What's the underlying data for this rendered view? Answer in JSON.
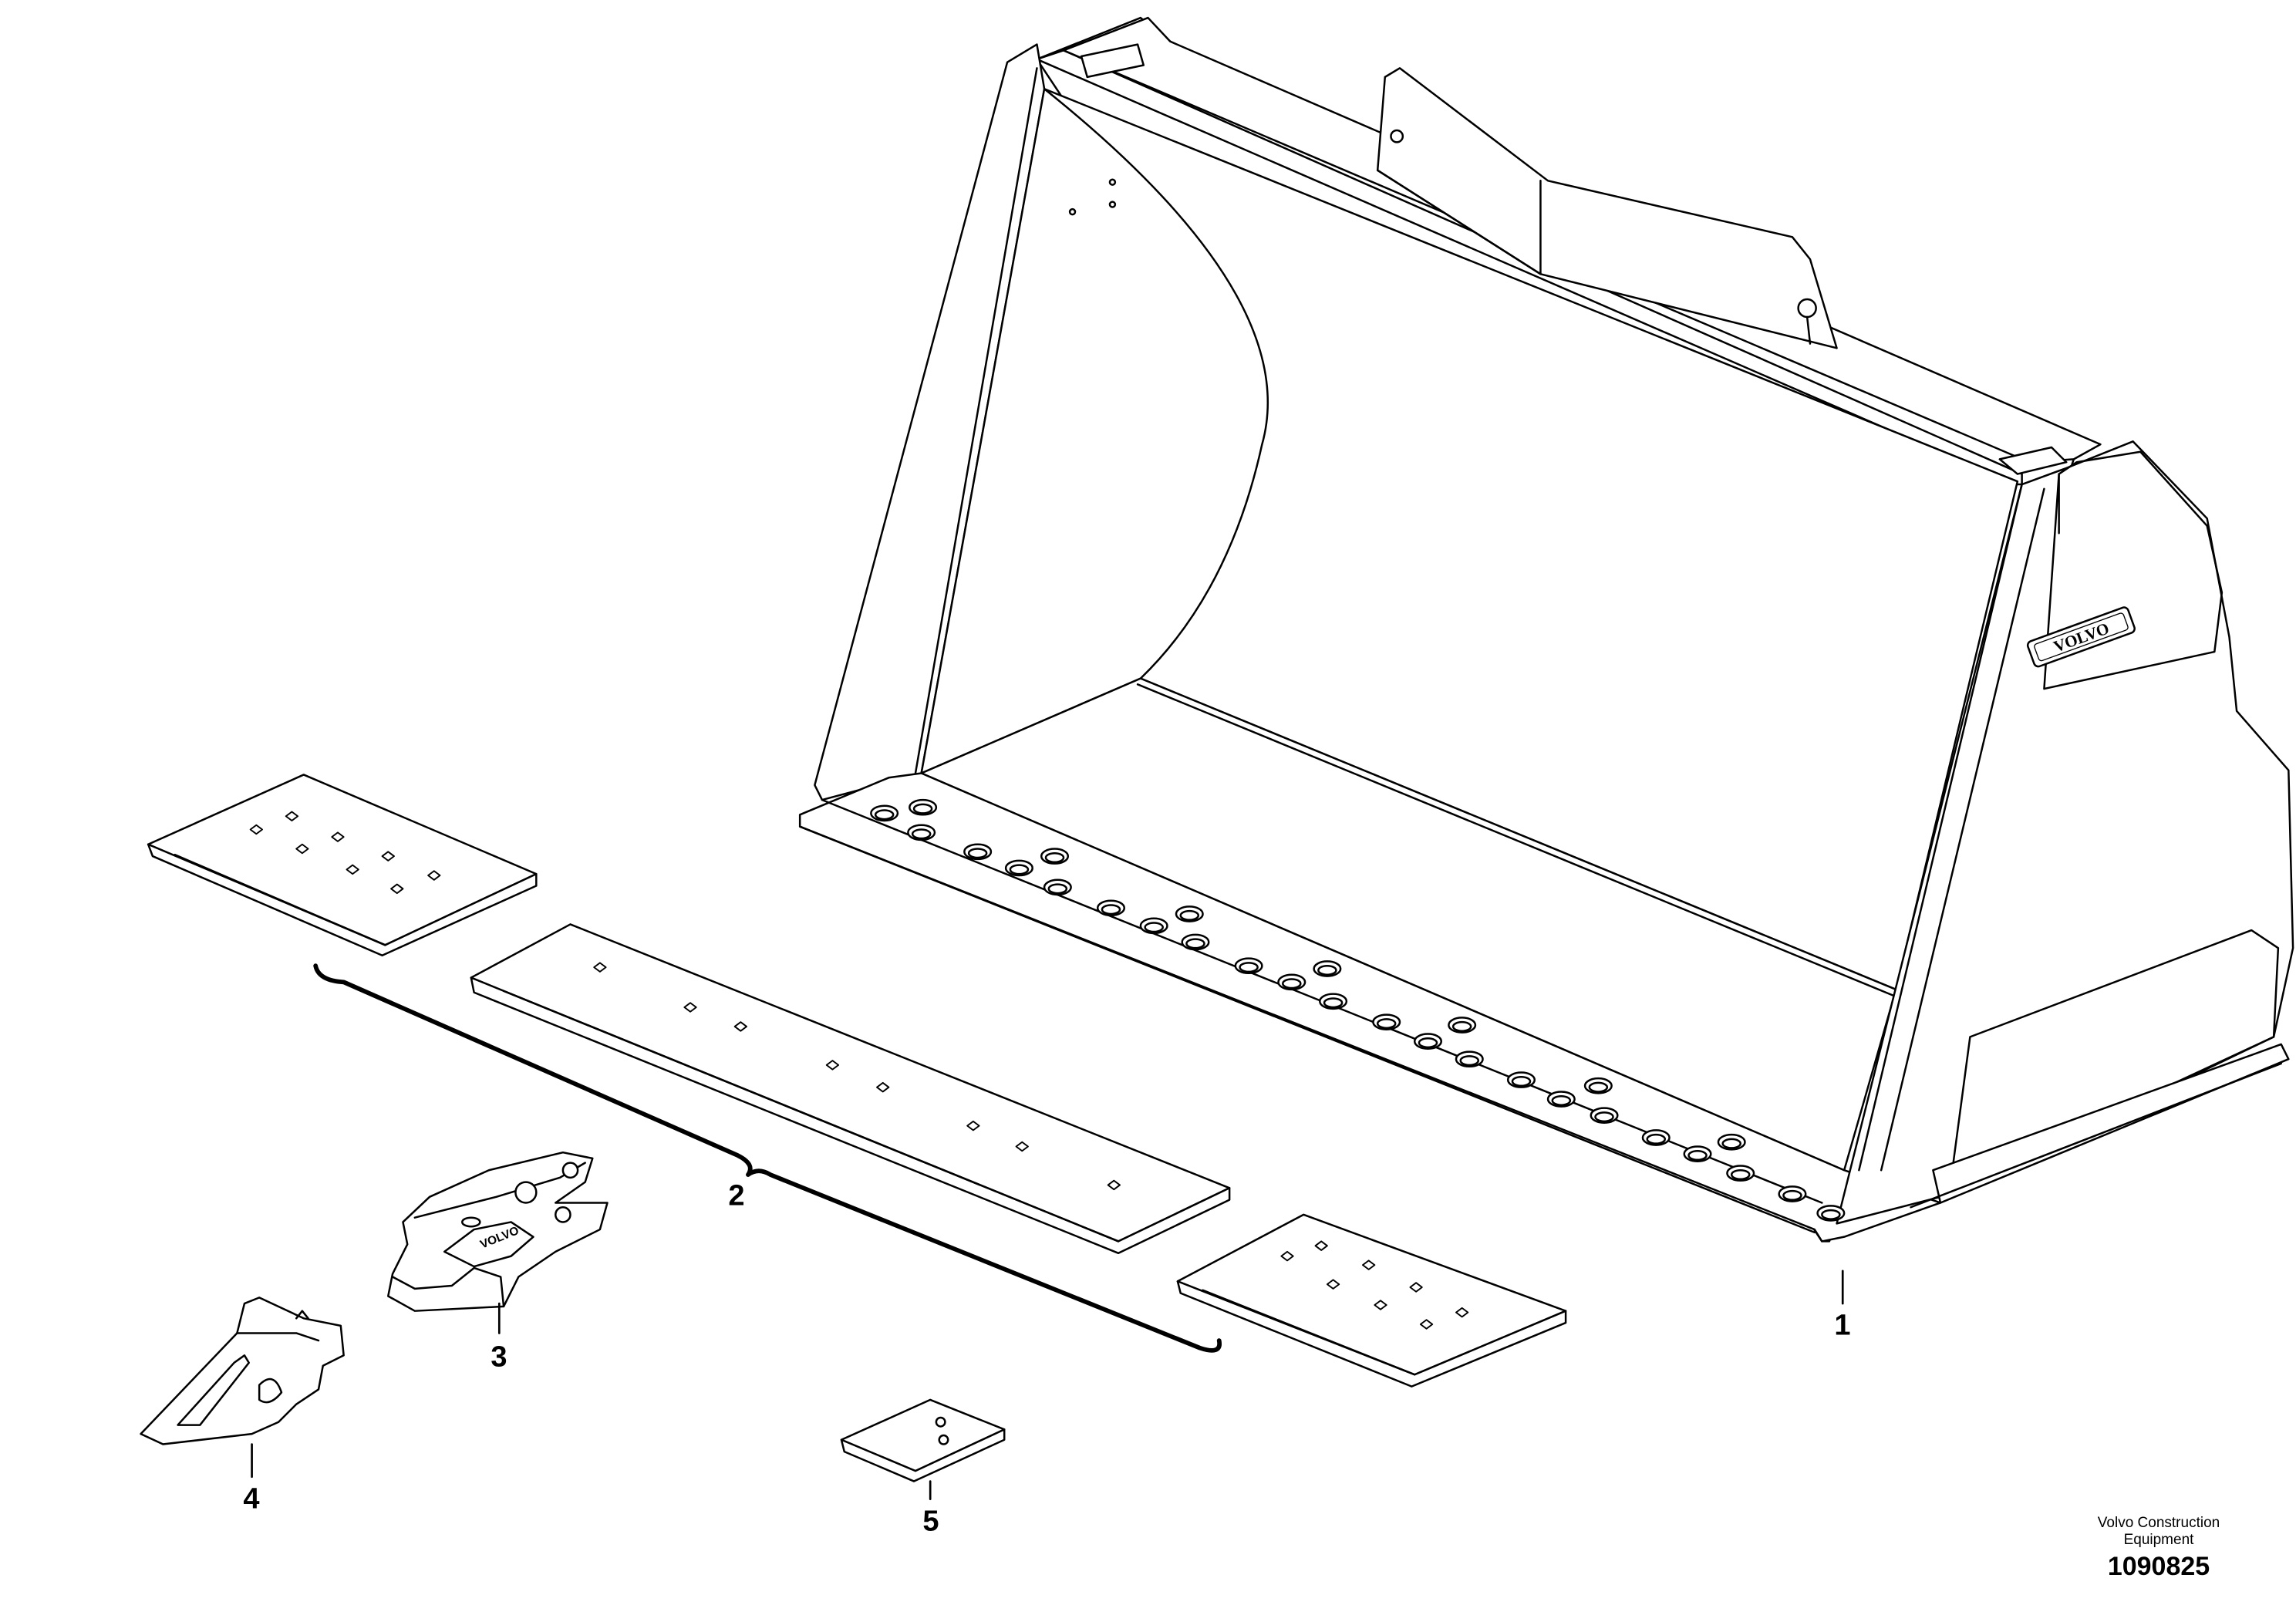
{
  "parts": [
    {
      "id": "1",
      "name": "bucket"
    },
    {
      "id": "2",
      "name": "bolt-on-edge-set"
    },
    {
      "id": "3",
      "name": "tooth-adapter"
    },
    {
      "id": "4",
      "name": "tooth-tip"
    },
    {
      "id": "5",
      "name": "wear-plate"
    }
  ],
  "bucket_logo_text": "VOLVO",
  "adapter_logo_text": "VOLVO",
  "footer": {
    "company": "Volvo Construction Equipment",
    "doc_number": "1090825"
  }
}
